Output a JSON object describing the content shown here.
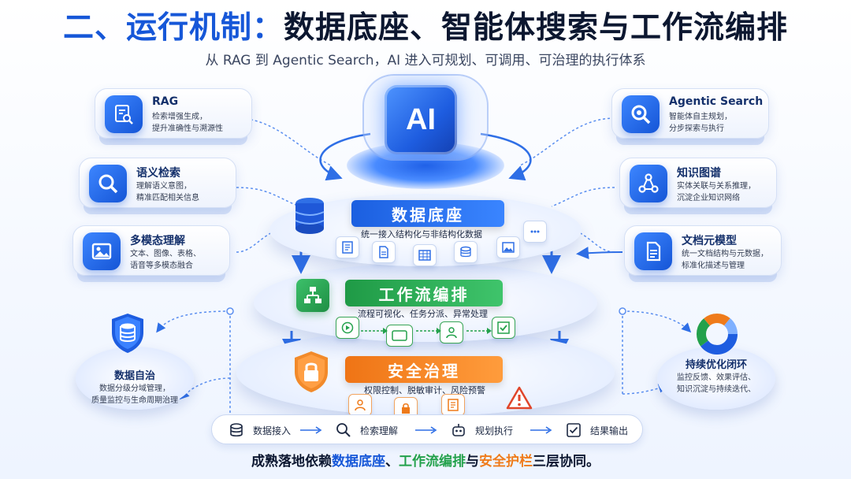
{
  "title": {
    "part1": "二、运行机制：",
    "part2": "数据底座、智能体搜索与工作流编排"
  },
  "subtitle": "从 RAG 到 Agentic Search，AI 进入可规划、可调用、可治理的执行体系",
  "center": {
    "ai_label": "AI"
  },
  "left_cards": [
    {
      "title": "RAG",
      "desc1": "检索增强生成，",
      "desc2": "提升准确性与溯源性",
      "icon": "document-search-icon"
    },
    {
      "title": "语义检索",
      "desc1": "理解语义意图，",
      "desc2": "精准匹配相关信息",
      "icon": "search-icon"
    },
    {
      "title": "多模态理解",
      "desc1": "文本、图像、表格、",
      "desc2": "语音等多模态融合",
      "icon": "image-icon"
    }
  ],
  "right_cards": [
    {
      "title": "Agentic Search",
      "desc1": "智能体自主规划，",
      "desc2": "分步探索与执行",
      "icon": "magnifier-icon"
    },
    {
      "title": "知识图谱",
      "desc1": "实体关联与关系推理，",
      "desc2": "沉淀企业知识网络",
      "icon": "graph-icon"
    },
    {
      "title": "文档元模型",
      "desc1": "统一文档结构与元数据，",
      "desc2": "标准化描述与管理",
      "icon": "document-icon"
    }
  ],
  "layers": {
    "data": {
      "label": "数据底座",
      "desc": "统一接入结构化与非结构化数据"
    },
    "workflow": {
      "label": "工作流编排",
      "desc": "流程可视化、任务分派、异常处理"
    },
    "security": {
      "label": "安全治理",
      "desc": "权限控制、脱敏审计、风险预警"
    }
  },
  "pedestals": {
    "left": {
      "title": "数据自治",
      "desc1": "数据分级分域管理，",
      "desc2": "质量监控与生命周期治理"
    },
    "right": {
      "title": "持续优化闭环",
      "desc1": "监控反馈、效果评估、",
      "desc2": "知识沉淀与持续迭代、"
    }
  },
  "pipeline": [
    {
      "label": "数据接入",
      "icon": "database-icon"
    },
    {
      "label": "检索理解",
      "icon": "search-icon"
    },
    {
      "label": "规划执行",
      "icon": "robot-icon"
    },
    {
      "label": "结果输出",
      "icon": "check-icon"
    }
  ],
  "footer": {
    "pre": "成熟落地依赖",
    "k1": "数据底座",
    "s1": "、",
    "k2": "工作流编排",
    "s2": "与",
    "k3": "安全护栏",
    "post": "三层协同。"
  },
  "colors": {
    "blue": "#1657d8",
    "green": "#23a14b",
    "orange": "#ef7b1a"
  }
}
